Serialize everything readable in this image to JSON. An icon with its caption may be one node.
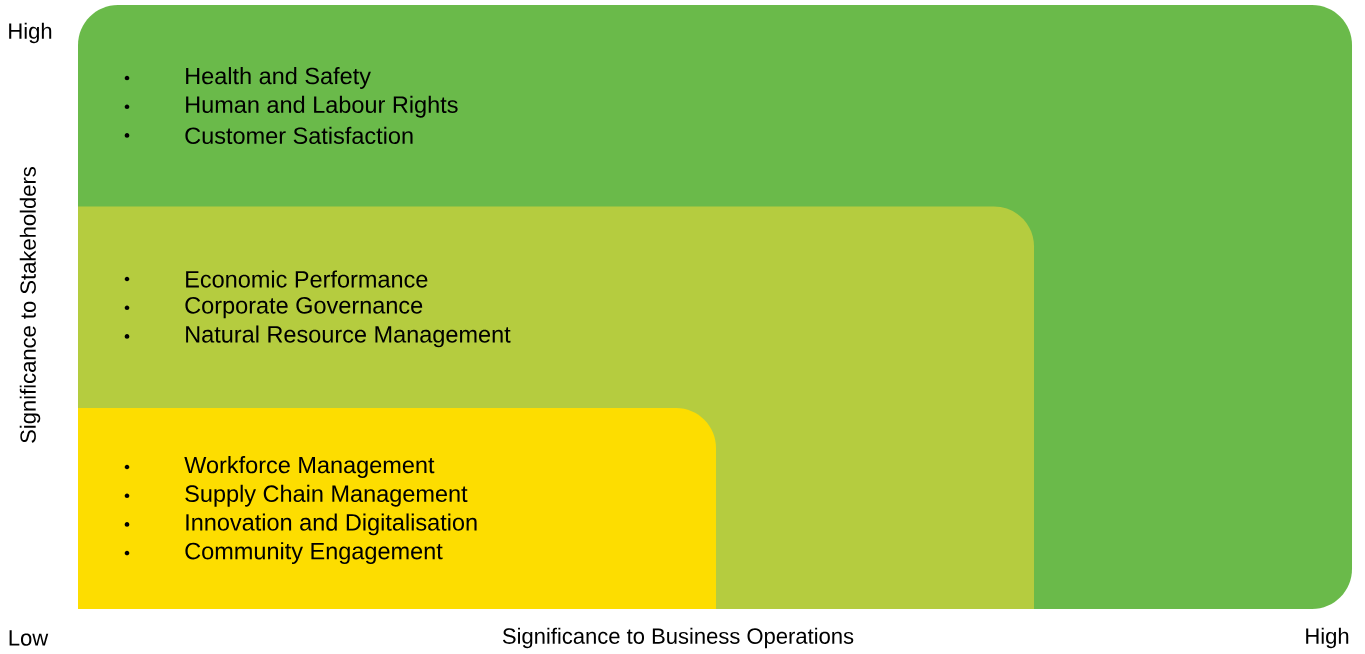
{
  "diagram": {
    "nodes": [
      {
        "text": [
          "Health and Safety",
          "Human and Labour Rights",
          "Customer Satisfaction"
        ]
      },
      {
        "text": [
          "Economic Performance",
          "Corporate Governance",
          "Natural Resource Management"
        ],
        "in": 0
      },
      {
        "text": [
          "Workforce Management",
          "Supply Chain Management",
          "Innovation and Digitalisation",
          "Community Engagement"
        ],
        "in": 1
      }
    ],
    "labels": [
      "High",
      "Significance to Stakeholders",
      "Low",
      "Significance to Business Operations",
      "High"
    ]
  }
}
